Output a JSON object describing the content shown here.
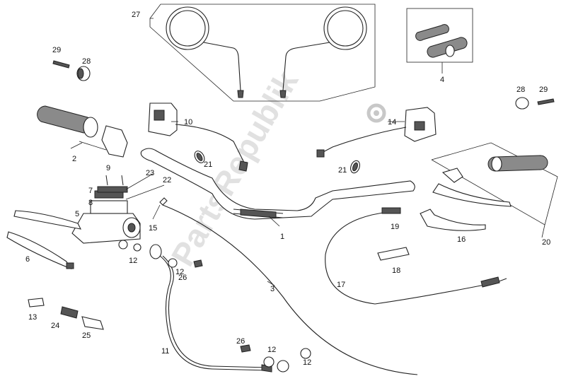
{
  "diagram": {
    "watermark": "PartsRepublik",
    "callouts": {
      "c1": "1",
      "c2": "2",
      "c3": "3",
      "c4": "4",
      "c5": "5",
      "c6": "6",
      "c7": "7",
      "c8": "8",
      "c9": "9",
      "c10": "10",
      "c11": "11",
      "c12a": "12",
      "c12b": "12",
      "c12c": "12",
      "c12d": "12",
      "c13": "13",
      "c14": "14",
      "c15": "15",
      "c16": "16",
      "c17": "17",
      "c18": "18",
      "c19": "19",
      "c20": "20",
      "c21a": "21",
      "c21b": "21",
      "c22": "22",
      "c23": "23",
      "c24": "24",
      "c25": "25",
      "c26a": "26",
      "c26b": "26",
      "c27": "27",
      "c28a": "28",
      "c28b": "28",
      "c29a": "29",
      "c29b": "29"
    }
  }
}
